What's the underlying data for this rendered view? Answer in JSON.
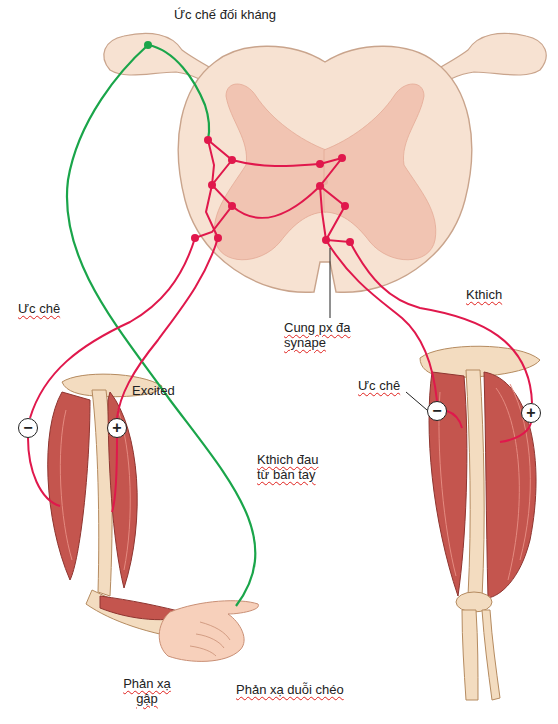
{
  "diagram": {
    "nodes": [
      {
        "text": [
          "−"
        ]
      },
      {
        "text": [
          "+"
        ]
      },
      {
        "text": [
          "−"
        ]
      },
      {
        "text": [
          "+"
        ]
      }
    ],
    "labels": [
      "Ức chế đối kháng",
      "Ưc chê",
      "Excited",
      "Kthich đau từ bàn tay",
      "Cung px đa synape",
      "Kthich",
      "Ưc chê",
      "Phản xạ gập",
      "Phản xạ duỗi chéo"
    ]
  }
}
